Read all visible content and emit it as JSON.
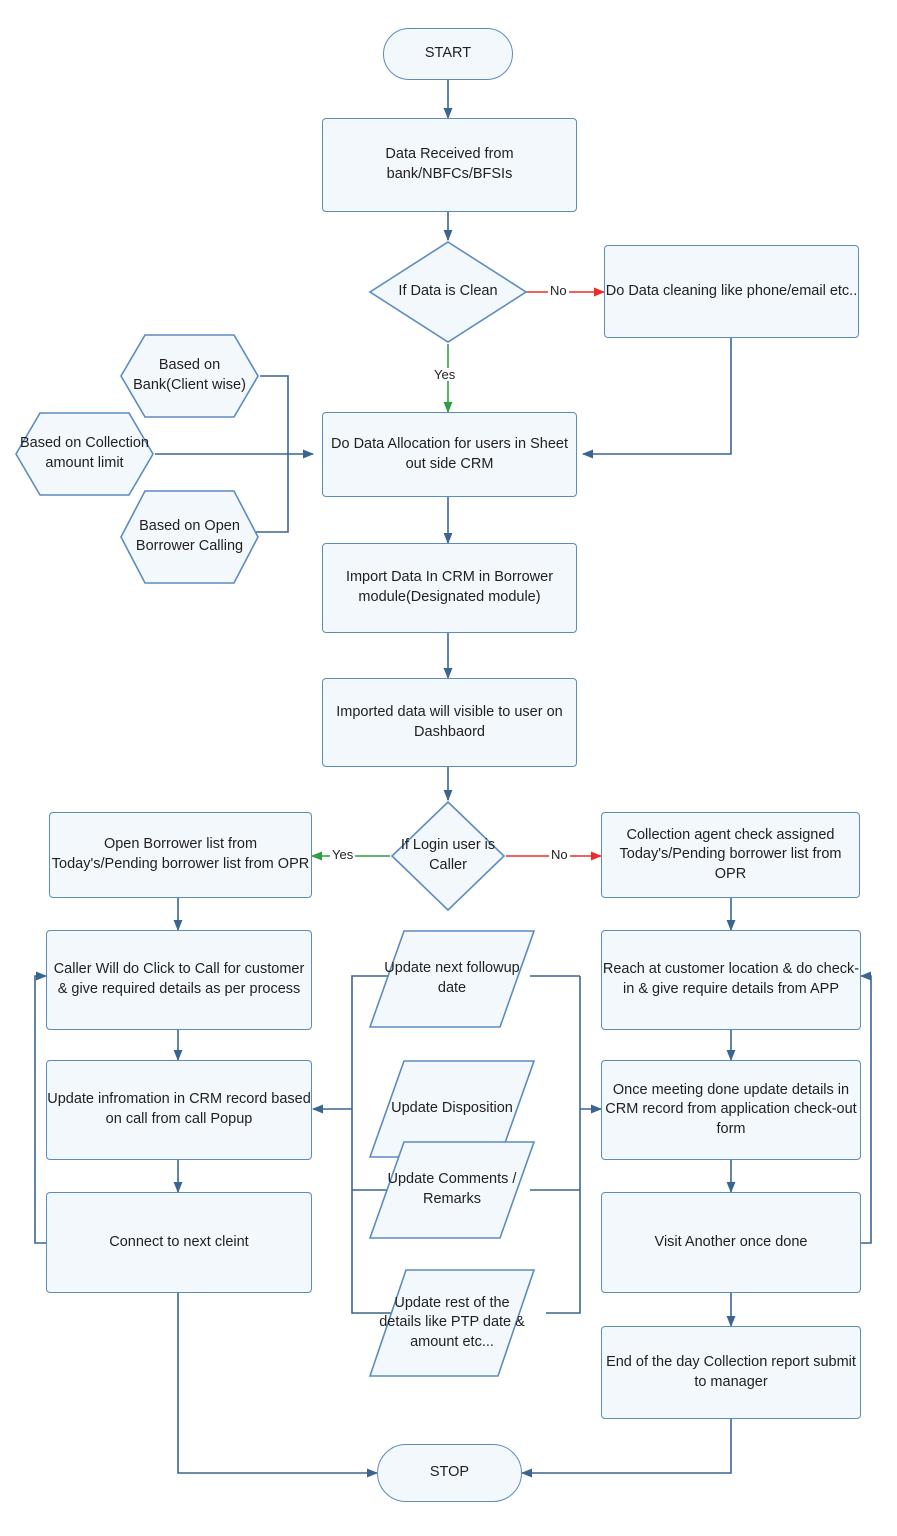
{
  "diagram": {
    "title": "Collection CRM Process Flowchart",
    "colors": {
      "node_fill": "#f3f8fd",
      "node_stroke": "#5b8cc0",
      "edge_default": "#3a6591",
      "edge_yes": "#2e9e44",
      "edge_no": "#ee2b2b",
      "text": "#1f1f1f",
      "background": "#ffffff"
    },
    "nodes": [
      {
        "id": "start",
        "type": "terminator",
        "label": "START"
      },
      {
        "id": "data_recv",
        "type": "process",
        "label": "Data Received from bank/NBFCs/BFSIs"
      },
      {
        "id": "is_clean",
        "type": "decision",
        "label": "If Data is Clean"
      },
      {
        "id": "cleaning",
        "type": "process",
        "label": "Do Data cleaning like phone/email  etc.."
      },
      {
        "id": "hex_bank",
        "type": "hexagon",
        "label": "Based on Bank(Client wise)"
      },
      {
        "id": "hex_amount",
        "type": "hexagon",
        "label": "Based on Collection amount limit"
      },
      {
        "id": "hex_open",
        "type": "hexagon",
        "label": "Based on Open Borrower Calling"
      },
      {
        "id": "allocation",
        "type": "process",
        "label": "Do Data Allocation for users in Sheet out side CRM"
      },
      {
        "id": "import",
        "type": "process",
        "label": "Import Data In CRM in Borrower module(Designated module)"
      },
      {
        "id": "dashboard",
        "type": "process",
        "label": "Imported data will visible to user on Dashbaord"
      },
      {
        "id": "is_caller",
        "type": "decision",
        "label": "If Login user is Caller"
      },
      {
        "id": "open_list",
        "type": "process",
        "label": "Open Borrower list from Today's/Pending borrower list from OPR"
      },
      {
        "id": "click_call",
        "type": "process",
        "label": "Caller Will do Click to Call for customer & give required details as per process"
      },
      {
        "id": "update_crm",
        "type": "process",
        "label": "Update infromation in CRM record based on call from call Popup"
      },
      {
        "id": "next_client",
        "type": "process",
        "label": "Connect to next cleint"
      },
      {
        "id": "upd_followup",
        "type": "parallelogram",
        "label": "Update next followup date"
      },
      {
        "id": "upd_disp",
        "type": "parallelogram",
        "label": "Update Disposition"
      },
      {
        "id": "upd_comments",
        "type": "parallelogram",
        "label": "Update Comments / Remarks"
      },
      {
        "id": "upd_rest",
        "type": "parallelogram",
        "label": "Update rest of the details like PTP date & amount etc..."
      },
      {
        "id": "agent_check",
        "type": "process",
        "label": "Collection agent check assigned Today's/Pending borrower list from OPR"
      },
      {
        "id": "reach_loc",
        "type": "process",
        "label": "Reach at customer location & do check-in  & give require details from APP"
      },
      {
        "id": "meeting_done",
        "type": "process",
        "label": "Once meeting done update details in CRM record from application check-out form"
      },
      {
        "id": "visit_another",
        "type": "process",
        "label": "Visit Another once done"
      },
      {
        "id": "eod_report",
        "type": "process",
        "label": "End of the day Collection  report submit to manager"
      },
      {
        "id": "stop",
        "type": "terminator",
        "label": "STOP"
      }
    ],
    "edge_labels": {
      "clean_no": "No",
      "clean_yes": "Yes",
      "caller_yes": "Yes",
      "caller_no": "No"
    },
    "edges": [
      {
        "from": "start",
        "to": "data_recv",
        "label": "",
        "color": "edge_default"
      },
      {
        "from": "data_recv",
        "to": "is_clean",
        "label": "",
        "color": "edge_default"
      },
      {
        "from": "is_clean",
        "to": "cleaning",
        "label": "No",
        "color": "edge_no"
      },
      {
        "from": "is_clean",
        "to": "allocation",
        "label": "Yes",
        "color": "edge_yes"
      },
      {
        "from": "cleaning",
        "to": "allocation",
        "label": "",
        "color": "edge_default"
      },
      {
        "from": "hex_bank",
        "to": "allocation",
        "label": "",
        "color": "edge_default"
      },
      {
        "from": "hex_amount",
        "to": "allocation",
        "label": "",
        "color": "edge_default"
      },
      {
        "from": "hex_open",
        "to": "allocation",
        "label": "",
        "color": "edge_default"
      },
      {
        "from": "allocation",
        "to": "import",
        "label": "",
        "color": "edge_default"
      },
      {
        "from": "import",
        "to": "dashboard",
        "label": "",
        "color": "edge_default"
      },
      {
        "from": "dashboard",
        "to": "is_caller",
        "label": "",
        "color": "edge_default"
      },
      {
        "from": "is_caller",
        "to": "open_list",
        "label": "Yes",
        "color": "edge_yes"
      },
      {
        "from": "is_caller",
        "to": "agent_check",
        "label": "No",
        "color": "edge_no"
      },
      {
        "from": "open_list",
        "to": "click_call",
        "label": "",
        "color": "edge_default"
      },
      {
        "from": "click_call",
        "to": "update_crm",
        "label": "",
        "color": "edge_default"
      },
      {
        "from": "update_crm",
        "to": "next_client",
        "label": "",
        "color": "edge_default"
      },
      {
        "from": "next_client",
        "to": "click_call",
        "label": "",
        "color": "edge_default"
      },
      {
        "from": "next_client",
        "to": "stop",
        "label": "",
        "color": "edge_default"
      },
      {
        "from": "upd_disp",
        "to": "update_crm",
        "label": "",
        "color": "edge_default"
      },
      {
        "from": "upd_disp",
        "to": "meeting_done",
        "label": "",
        "color": "edge_default"
      },
      {
        "from": "agent_check",
        "to": "reach_loc",
        "label": "",
        "color": "edge_default"
      },
      {
        "from": "reach_loc",
        "to": "meeting_done",
        "label": "",
        "color": "edge_default"
      },
      {
        "from": "meeting_done",
        "to": "visit_another",
        "label": "",
        "color": "edge_default"
      },
      {
        "from": "visit_another",
        "to": "reach_loc",
        "label": "",
        "color": "edge_default"
      },
      {
        "from": "visit_another",
        "to": "eod_report",
        "label": "",
        "color": "edge_default"
      },
      {
        "from": "eod_report",
        "to": "stop",
        "label": "",
        "color": "edge_default"
      }
    ]
  }
}
